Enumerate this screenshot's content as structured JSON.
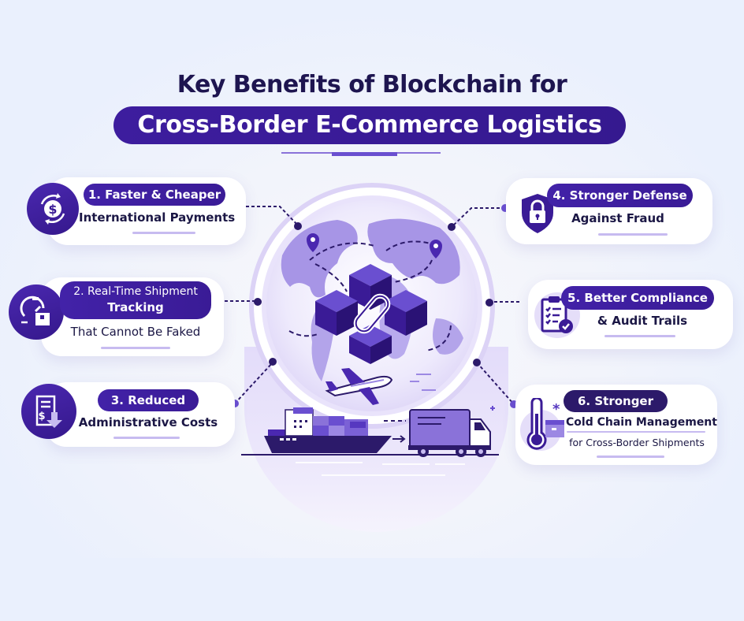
{
  "title": {
    "line1_prefix": "Key Benefits of ",
    "line1_bold": "Blockchain",
    "line1_suffix": " for",
    "line2": "Cross-Border E-Commerce Logistics"
  },
  "colors": {
    "primary": "#3d1d9e",
    "dark_text": "#1e1550",
    "accent_light": "#c7bbf0",
    "background": "#eaf0fd",
    "globe_land": "#9c88e3"
  },
  "benefits": [
    {
      "number": "1",
      "badge": "1. Faster & Cheaper",
      "subtitle": "International Payments",
      "icon": "dollar-cycle-icon"
    },
    {
      "number": "2",
      "badge_line1": "2. Real-Time Shipment",
      "badge_line2": "Tracking",
      "subtitle": "That Cannot Be Faked",
      "icon": "stopwatch-box-icon"
    },
    {
      "number": "3",
      "badge": "3. Reduced",
      "subtitle": "Administrative Costs",
      "icon": "invoice-down-arrow-icon"
    },
    {
      "number": "4",
      "badge": "4. Stronger Defense",
      "subtitle": "Against Fraud",
      "icon": "shield-lock-icon"
    },
    {
      "number": "5",
      "badge": "5. Better Compliance",
      "subtitle": "& Audit Trails",
      "icon": "clipboard-check-icon"
    },
    {
      "number": "6",
      "badge": "6. Stronger",
      "subtitle": "Cold Chain Management",
      "subtitle2": "for Cross-Border Shipments",
      "icon": "thermometer-snowflake-icon"
    }
  ],
  "center": {
    "elements": [
      "globe",
      "blockchain-cubes",
      "chain-link",
      "location-pins",
      "airplane",
      "cargo-ship",
      "delivery-truck"
    ]
  }
}
